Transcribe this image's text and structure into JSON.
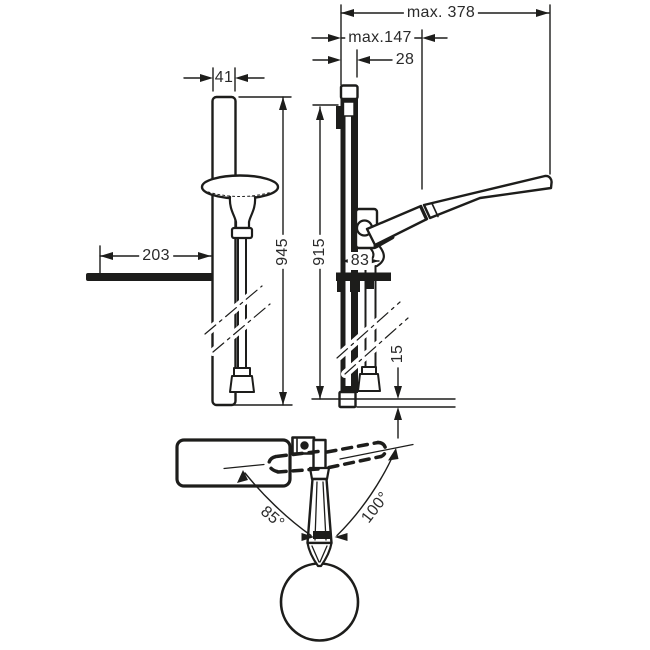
{
  "dims": {
    "max_width": "max. 378",
    "max_reach": "max.147",
    "wall_offset": "28",
    "rail_width": "41",
    "shelf_length": "203",
    "total_height": "945",
    "rail_height": "915",
    "holder_offset": "83",
    "bottom_clearance": "15",
    "swivel_angle_left": "85°",
    "swivel_angle_right": "100°"
  },
  "colors": {
    "line": "#1d1d1b",
    "background": "#ffffff"
  }
}
